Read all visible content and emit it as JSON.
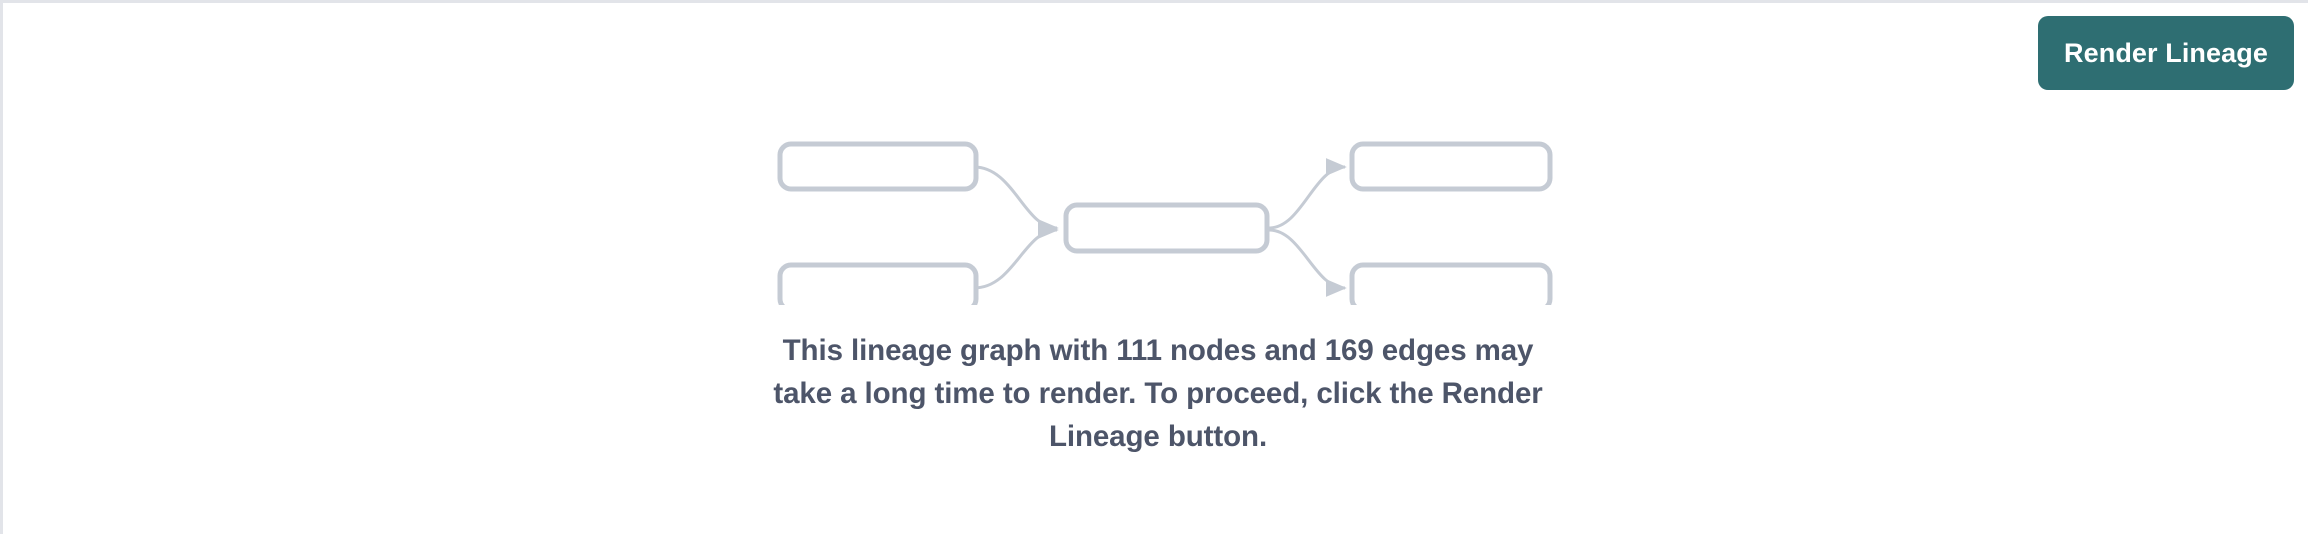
{
  "panel": {
    "background_color": "#ffffff",
    "border_color": "#e2e4e9"
  },
  "toolbar": {
    "render_lineage_label": "Render Lineage",
    "accent_color": "#2e6e72",
    "accent_text_color": "#ffffff"
  },
  "empty_state": {
    "message": "This lineage graph with 111 nodes and 169 edges may take a long time to render. To proceed, click the Render Lineage button.",
    "message_lines": [
      "This lineage graph with 111 nodes and 169 edges may take",
      "a long time to render. To proceed, click the Render Lineage",
      "button."
    ],
    "text_color": "#4d5569",
    "node_count": 111,
    "edge_count": 169
  },
  "illustration": {
    "node_stroke_color": "#c5cbd4",
    "node_fill_color": "#ffffff",
    "edge_stroke_color": "#c5cbd4",
    "nodes": [
      {
        "id": "upstream-1",
        "column": "left",
        "row": 1
      },
      {
        "id": "upstream-2",
        "column": "left",
        "row": 2
      },
      {
        "id": "focus",
        "column": "center",
        "row": 1
      },
      {
        "id": "downstream-1",
        "column": "right",
        "row": 1
      },
      {
        "id": "downstream-2",
        "column": "right",
        "row": 2
      }
    ],
    "edges": [
      {
        "from": "upstream-1",
        "to": "focus"
      },
      {
        "from": "upstream-2",
        "to": "focus"
      },
      {
        "from": "focus",
        "to": "downstream-1"
      },
      {
        "from": "focus",
        "to": "downstream-2"
      }
    ]
  }
}
